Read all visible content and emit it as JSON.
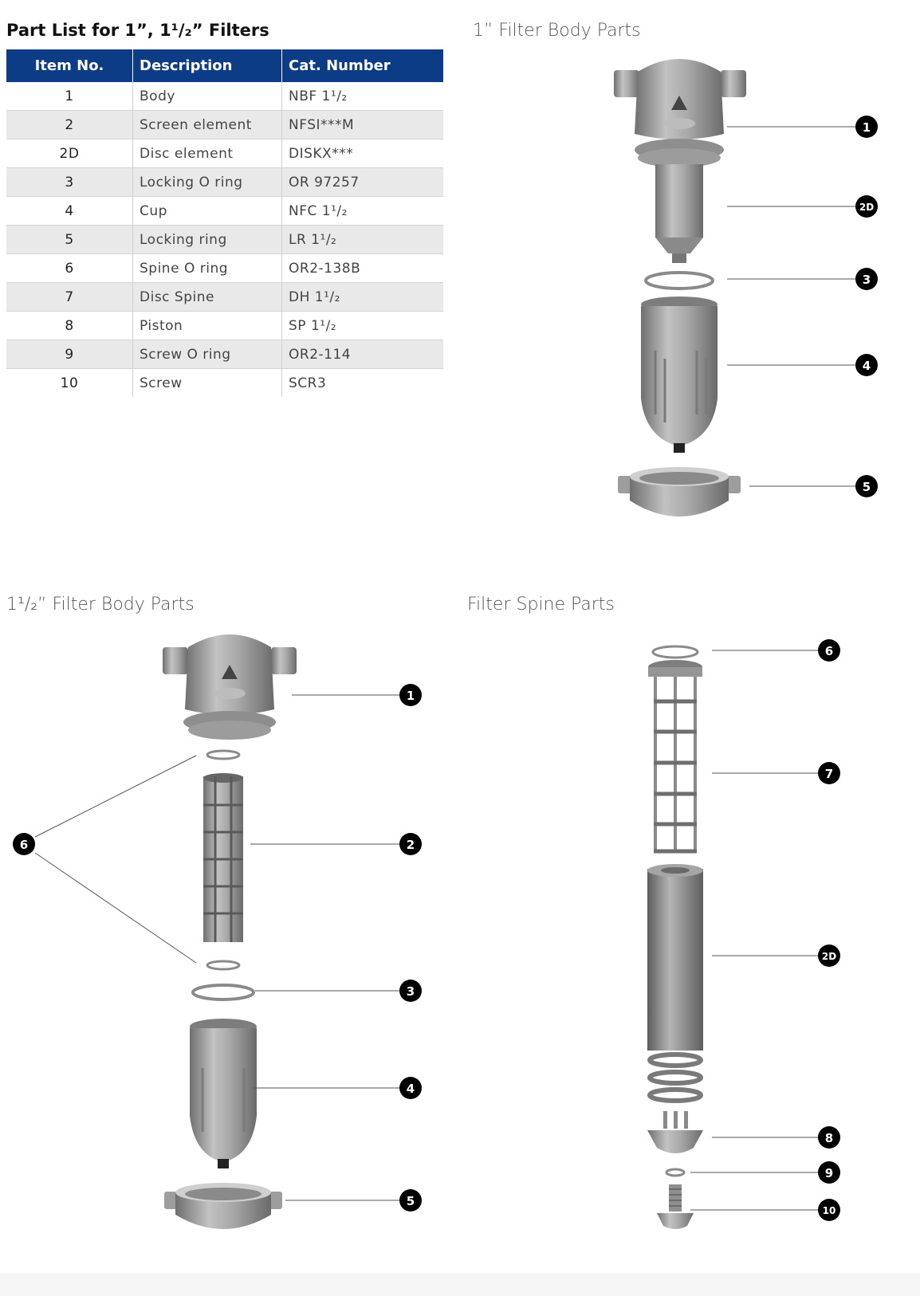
{
  "table": {
    "title": "Part List for 1”, 1¹/₂” Filters",
    "headers": {
      "item_no": "Item No.",
      "description": "Description",
      "cat_number": "Cat. Number"
    },
    "rows": [
      {
        "item": "1",
        "desc": "Body",
        "cat": "NBF 1¹/₂"
      },
      {
        "item": "2",
        "desc": "Screen element",
        "cat": "NFSI***M"
      },
      {
        "item": "2D",
        "desc": "Disc element",
        "cat": "DISKX***"
      },
      {
        "item": "3",
        "desc": "Locking O ring",
        "cat": "OR 97257"
      },
      {
        "item": "4",
        "desc": "Cup",
        "cat": "NFC 1¹/₂"
      },
      {
        "item": "5",
        "desc": "Locking ring",
        "cat": "LR 1¹/₂"
      },
      {
        "item": "6",
        "desc": "Spine O ring",
        "cat": "OR2-138B"
      },
      {
        "item": "7",
        "desc": "Disc Spine",
        "cat": "DH 1¹/₂"
      },
      {
        "item": "8",
        "desc": "Piston",
        "cat": "SP 1¹/₂"
      },
      {
        "item": "9",
        "desc": "Screw O ring",
        "cat": "OR2-114"
      },
      {
        "item": "10",
        "desc": "Screw",
        "cat": "SCR3"
      }
    ]
  },
  "sections": {
    "one_inch": {
      "title": "1” Filter Body Parts",
      "callouts": [
        "1",
        "2D",
        "3",
        "4",
        "5"
      ]
    },
    "one_half": {
      "title": "1¹/₂” Filter Body Parts",
      "callouts": [
        "1",
        "6",
        "2",
        "3",
        "4",
        "5"
      ]
    },
    "spine": {
      "title": "Filter Spine Parts",
      "callouts": [
        "6",
        "7",
        "2D",
        "8",
        "9",
        "10"
      ]
    }
  },
  "colors": {
    "header_bg": "#0d3c86",
    "alt_row": "#e9e9e9",
    "part_gray": "#9a9a9a",
    "callout": "#000000"
  }
}
